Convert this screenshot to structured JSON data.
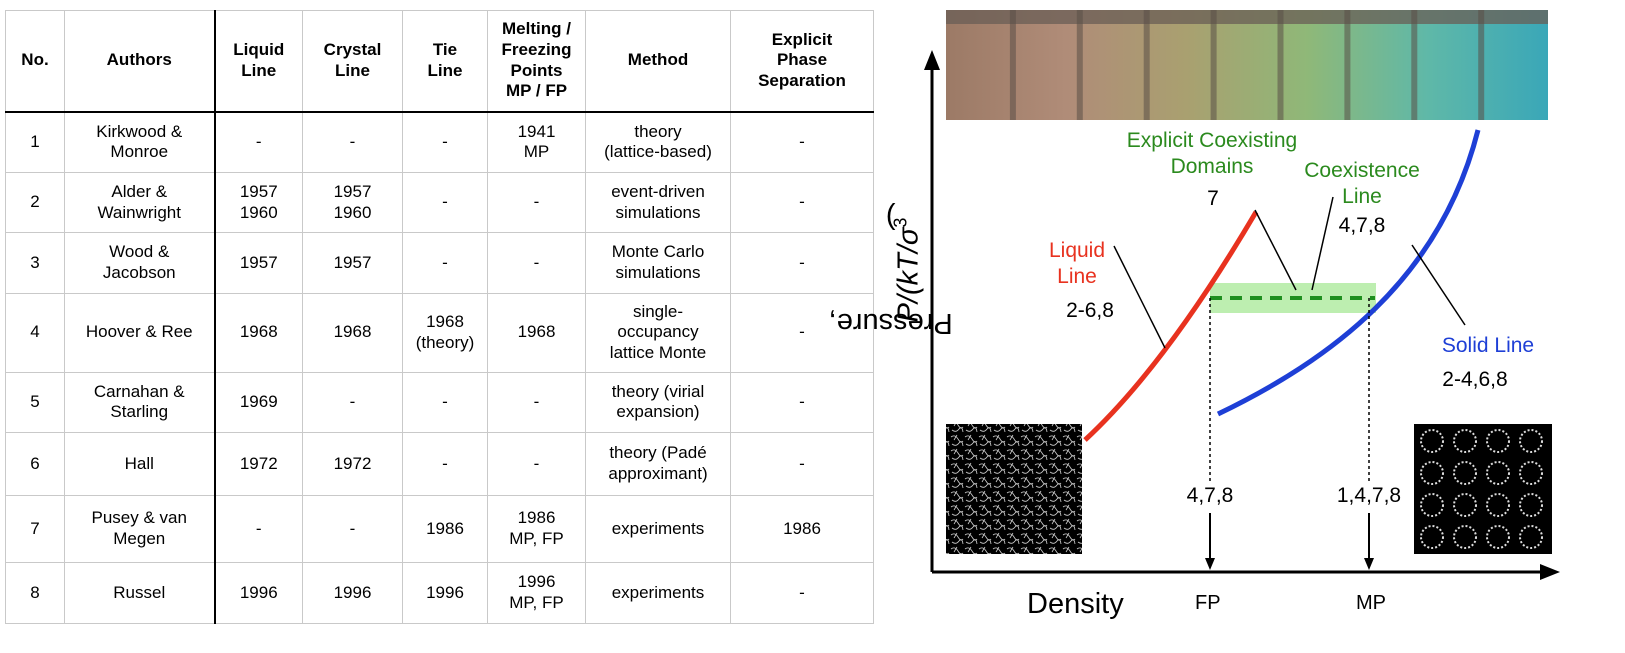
{
  "table": {
    "headers": [
      "No.",
      "Authors",
      "Liquid\nLine",
      "Crystal\nLine",
      "Tie\nLine",
      "Melting /\nFreezing\nPoints\nMP / FP",
      "Method",
      "Explicit\nPhase\nSeparation"
    ],
    "rows": [
      [
        "1",
        "Kirkwood &\nMonroe",
        "-",
        "-",
        "-",
        "1941\nMP",
        "theory\n(lattice-based)",
        "-"
      ],
      [
        "2",
        "Alder &\nWainwright",
        "1957\n1960",
        "1957\n1960",
        "-",
        "-",
        "event-driven\nsimulations",
        "-"
      ],
      [
        "3",
        "Wood &\nJacobson",
        "1957",
        "1957",
        "-",
        "-",
        "Monte Carlo\nsimulations",
        "-"
      ],
      [
        "4",
        "Hoover & Ree",
        "1968",
        "1968",
        "1968\n(theory)",
        "1968",
        "single-\noccupancy\nlattice Monte",
        "-"
      ],
      [
        "5",
        "Carnahan &\nStarling",
        "1969",
        "-",
        "-",
        "-",
        "theory (virial\nexpansion)",
        "-"
      ],
      [
        "6",
        "Hall",
        "1972",
        "1972",
        "-",
        "-",
        "theory (Padé\napproximant)",
        "-"
      ],
      [
        "7",
        "Pusey & van\nMegen",
        "-",
        "-",
        "1986",
        "1986\nMP, FP",
        "experiments",
        "1986"
      ],
      [
        "8",
        "Russel",
        "1996",
        "1996",
        "1996",
        "1996\nMP, FP",
        "experiments",
        "-"
      ]
    ]
  },
  "figure": {
    "y_axis_label_prefix": "Pressure, ",
    "y_axis_label_math": "P/(kT/σ",
    "y_axis_label_sup": "3",
    "y_axis_label_close": ")",
    "x_axis_label": "Density",
    "x_tick_fp": "FP",
    "x_tick_mp": "MP",
    "coexisting_domains": {
      "label": "Explicit Coexisting\nDomains",
      "refs": "7"
    },
    "coexistence_line": {
      "label": "Coexistence\nLine",
      "refs": "4,7,8"
    },
    "liquid_line": {
      "label": "Liquid\nLine",
      "refs": "2-6,8"
    },
    "solid_line": {
      "label": "Solid Line",
      "refs": "2-4,6,8"
    },
    "fp_refs": "4,7,8",
    "mp_refs": "1,4,7,8",
    "colors": {
      "liquid": "#e8321f",
      "solid": "#1e3fd6",
      "coexistence": "#1e8f1e",
      "band": "#bdeeb0",
      "labels_green": "#2b8a1e"
    }
  }
}
